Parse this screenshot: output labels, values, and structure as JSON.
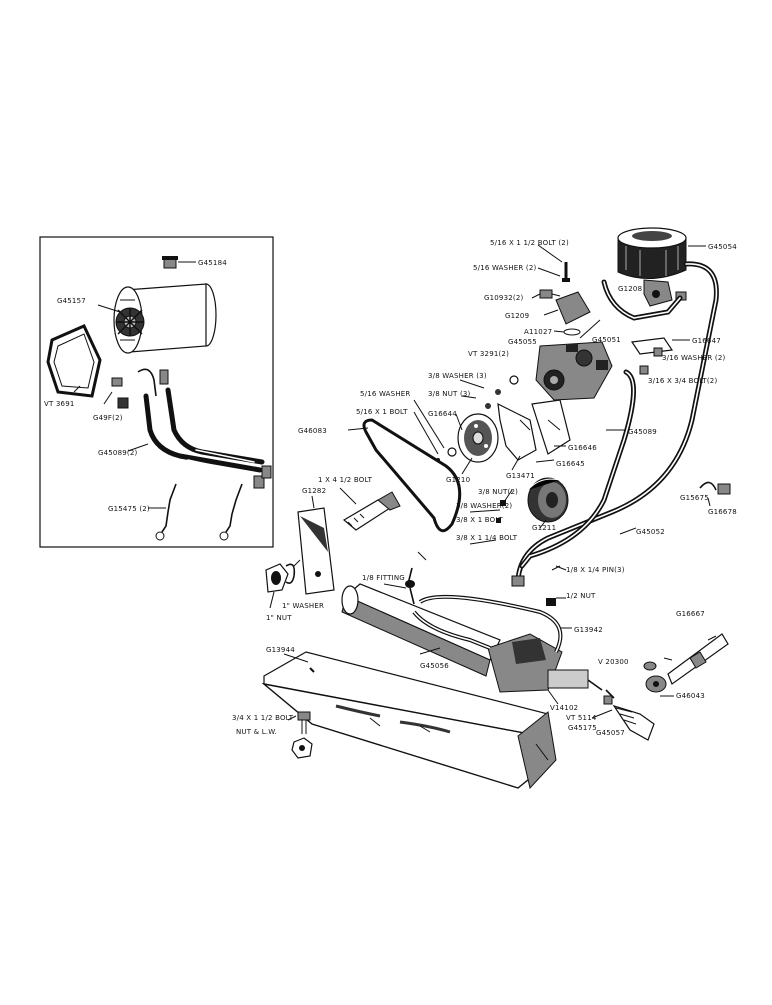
{
  "inset_labels": {
    "g45184": "G45184",
    "g45157": "G45157",
    "vt3691": "VT 3691",
    "g49f": "G49F(2)",
    "g45089_2": "G45089(2)",
    "g15475": "G15475 (2)"
  },
  "top_labels": {
    "bolt_5_16_x_1_1_2": "5/16 X 1 1/2 BOLT (2)",
    "washer_5_16_2": "5/16 WASHER (2)",
    "g10932": "G10932(2)",
    "g1209": "G1209",
    "a11027": "A11027",
    "g45055": "G45055",
    "vt3291": "VT 3291(2)",
    "g45054": "G45054",
    "g1208": "G1208",
    "g45051": "G45051",
    "g16647": "G16647",
    "washer_3_16_2": "3/16 WASHER (2)",
    "bolt_3_16_x_3_4": "3/16 X 3/4 BOLT(2)"
  },
  "mid_labels": {
    "washer_3_8_3": "3/8 WASHER (3)",
    "nut_3_8_3": "3/8 NUT (3)",
    "washer_5_16": "5/16 WASHER",
    "bolt_5_16_x_1": "5/16 X 1 BOLT",
    "g16644": "G16644",
    "g46083": "G46083",
    "g1210": "G1210",
    "g13471": "G13471",
    "g16646": "G16646",
    "g16645": "G16645",
    "g45089": "G45089",
    "nut_3_8_2": "3/8 NUT(2)",
    "washer_3_8_2": "3/8 WASHER(2)",
    "bolt_3_8_x_1": "3/8 X 1 BOLT",
    "bolt_3_8_x_1_1_4": "3/8 X 1 1/4 BOLT",
    "g1211": "G1211",
    "g15675": "G15675",
    "g16678": "G16678",
    "g45052": "G45052",
    "bolt_1x4_1_2": "1 X 4 1/2 BOLT",
    "g1282": "G1282"
  },
  "bottom_labels": {
    "washer_1": "1\" WASHER",
    "nut_1": "1\" NUT",
    "fitting_1_8": "1/8 FITTING",
    "pin_1_8_x_1_4": "1/8 X 1/4 PIN(3)",
    "nut_1_2": "1/2 NUT",
    "g13942": "G13942",
    "g16667": "G16667",
    "g13944": "G13944",
    "g45056": "G45056",
    "v20300": "V 20300",
    "g46043": "G46043",
    "v14102": "V14102",
    "vt5114": "VT 5114",
    "g45175": "G45175",
    "g45057": "G45057",
    "bolt_3_4_x_1_1_2": "3/4 X 1 1/2 BOLT",
    "nut_lw": "NUT & L.W."
  }
}
